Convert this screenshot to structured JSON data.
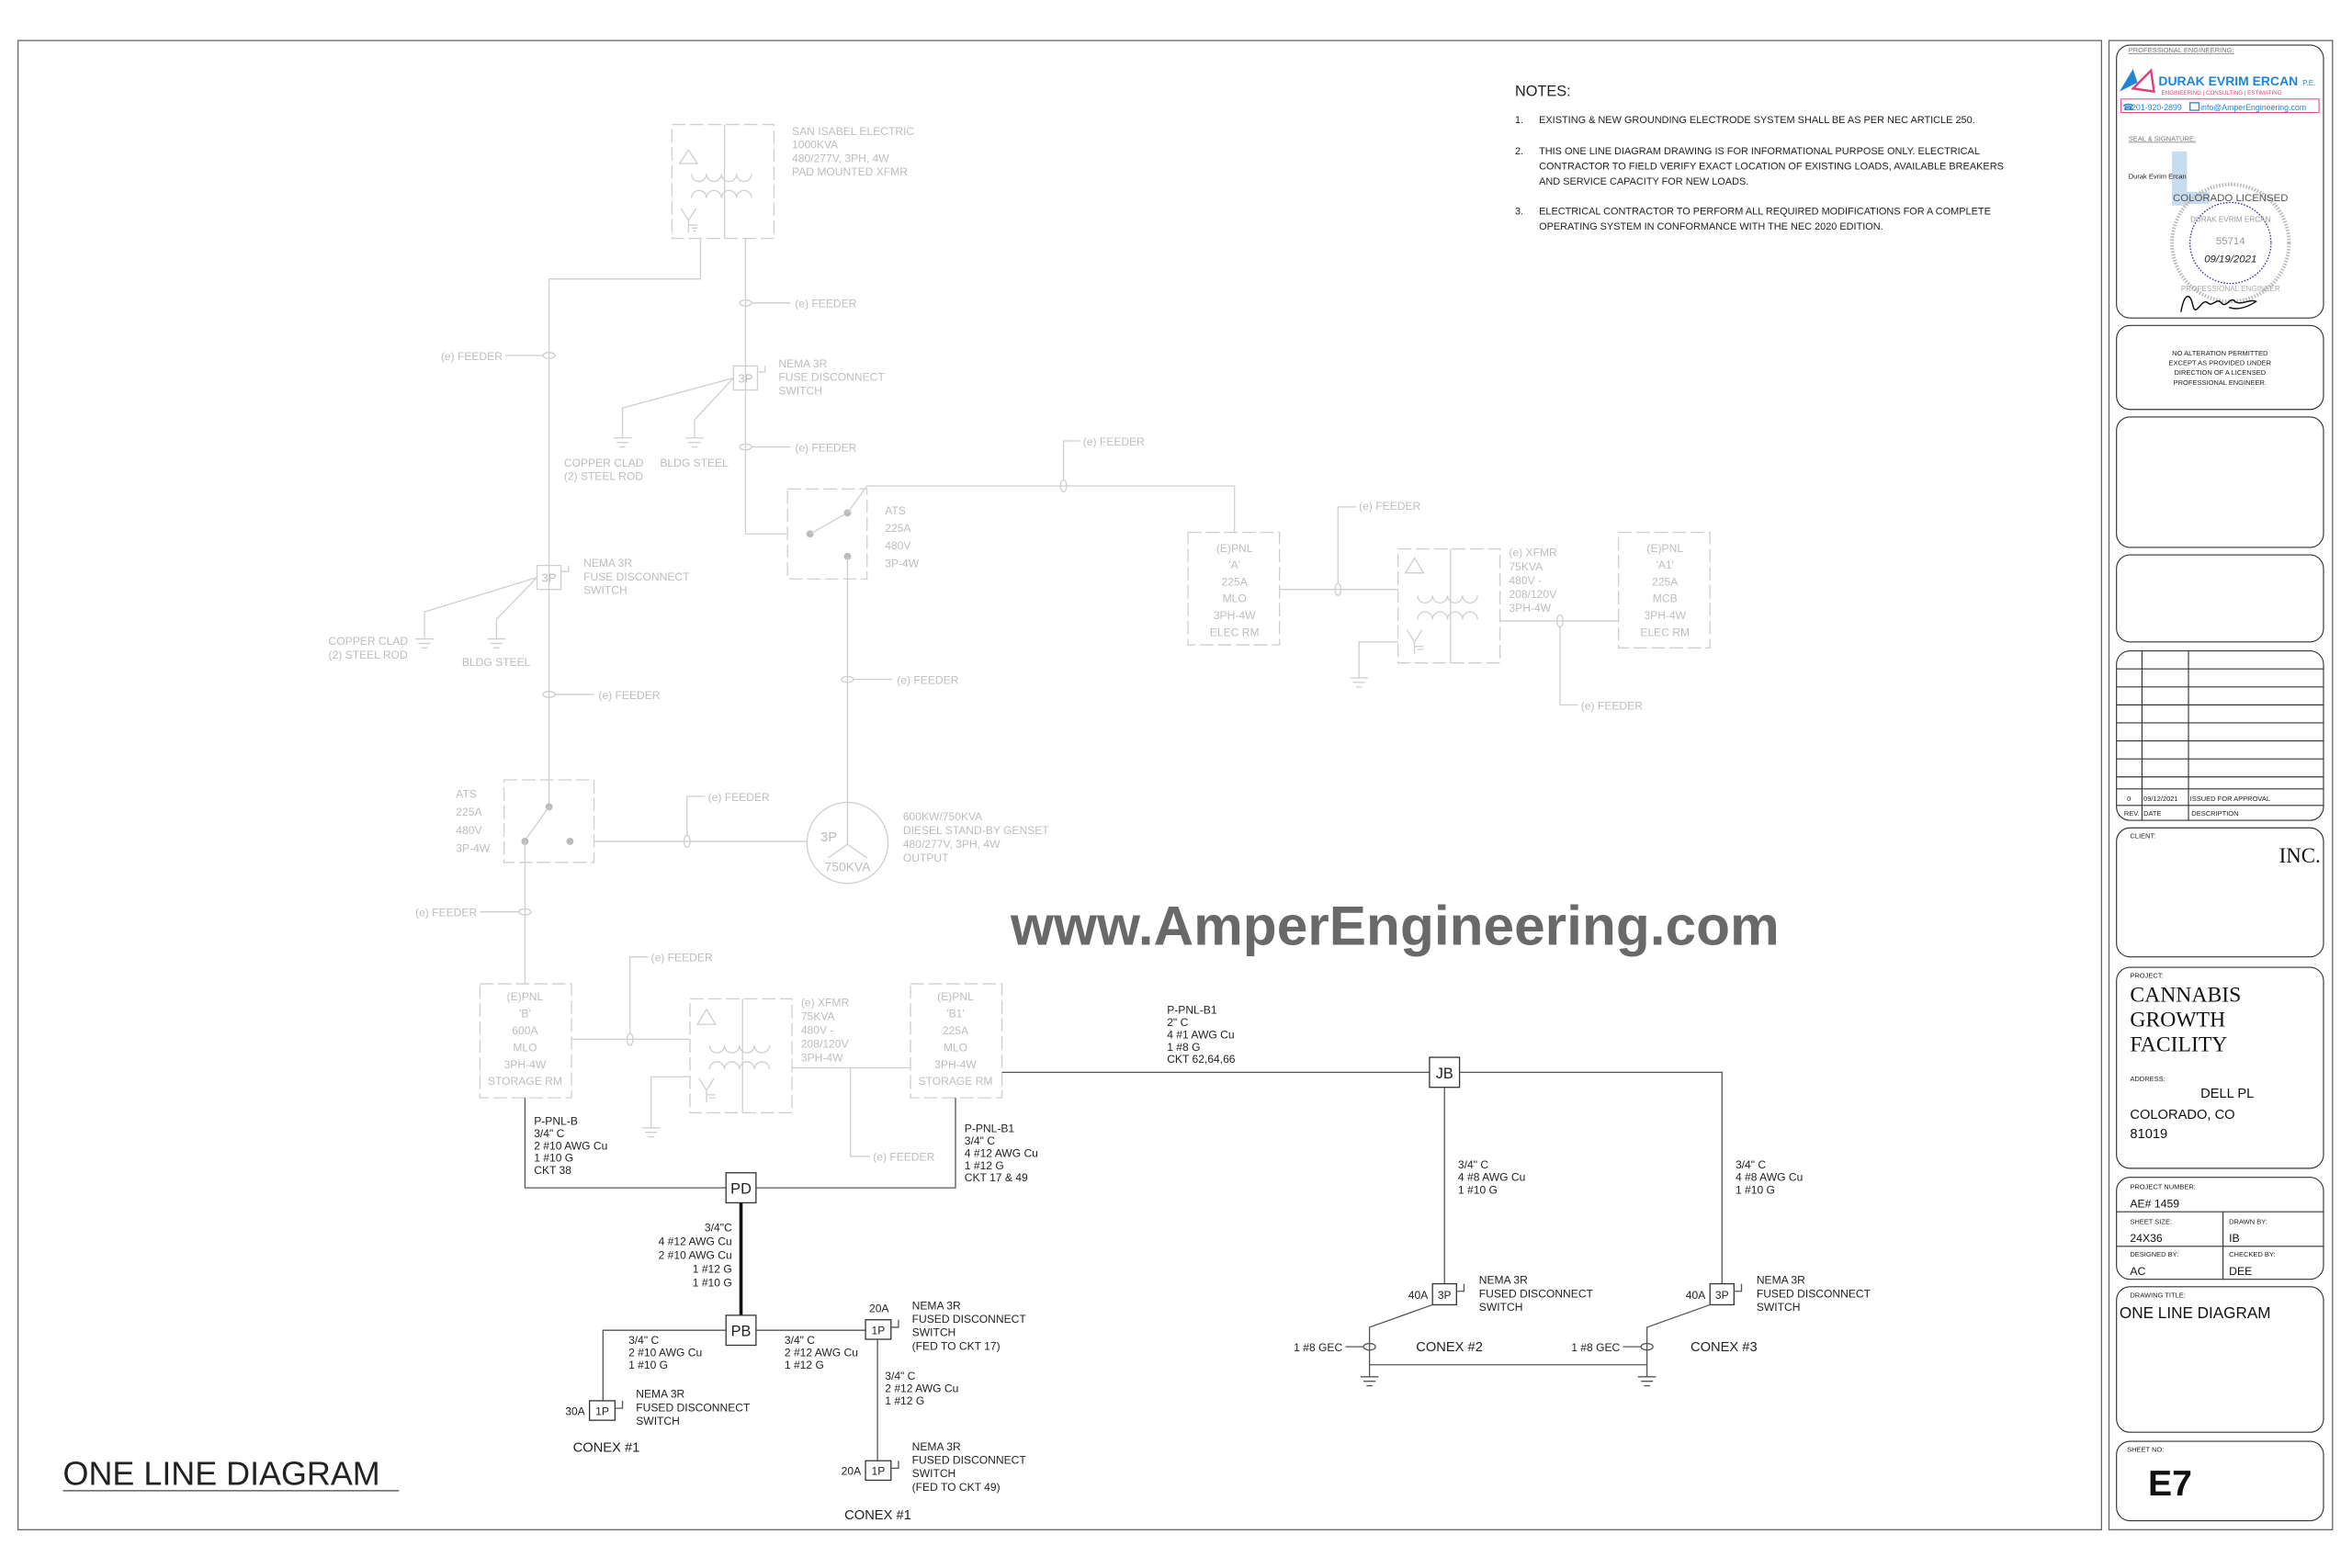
{
  "notes": {
    "heading": "NOTES:",
    "items": [
      {
        "num": "1.",
        "lines": [
          "EXISTING & NEW GROUNDING ELECTRODE SYSTEM SHALL BE AS PER NEC ARTICLE 250."
        ]
      },
      {
        "num": "2.",
        "lines": [
          "THIS ONE LINE DIAGRAM DRAWING IS FOR INFORMATIONAL PURPOSE ONLY. ELECTRICAL",
          "CONTRACTOR TO FIELD VERIFY EXACT LOCATION OF EXISTING LOADS, AVAILABLE BREAKERS",
          "AND SERVICE CAPACITY FOR NEW LOADS."
        ]
      },
      {
        "num": "3.",
        "lines": [
          "ELECTRICAL CONTRACTOR TO PERFORM ALL REQUIRED MODIFICATIONS FOR A COMPLETE",
          "OPERATING SYSTEM IN CONFORMANCE WITH THE NEC 2020 EDITION."
        ]
      }
    ]
  },
  "existing": {
    "feeder": "(e) FEEDER",
    "utility_xfmr": [
      "SAN ISABEL ELECTRIC",
      "1000KVA",
      "480/277V, 3PH, 4W",
      "PAD MOUNTED XFMR"
    ],
    "fuse_disc_3p": "3P",
    "fuse_disc_label": [
      "NEMA 3R",
      "FUSE DISCONNECT",
      "SWITCH"
    ],
    "copper_clad": [
      "COPPER CLAD",
      "(2) STEEL ROD"
    ],
    "bldg_steel": "BLDG STEEL",
    "ats": [
      "ATS",
      "225A",
      "480V",
      "3P-4W"
    ],
    "genset_3p": "3P",
    "genset_kva": "750KVA",
    "genset_label": [
      "600KW/750KVA",
      "DIESEL STAND-BY GENSET",
      "480/277V, 3PH, 4W",
      "OUTPUT"
    ],
    "panel_a": [
      "(E)PNL",
      "'A'",
      "225A",
      "MLO",
      "3PH-4W",
      "ELEC RM"
    ],
    "panel_a1": [
      "(E)PNL",
      "'A1'",
      "225A",
      "MCB",
      "3PH-4W",
      "ELEC RM"
    ],
    "panel_b": [
      "(E)PNL",
      "'B'",
      "600A",
      "MLO",
      "3PH-4W",
      "STORAGE RM"
    ],
    "panel_b1": [
      "(E)PNL",
      "'B1'",
      "225A",
      "MLO",
      "3PH-4W",
      "STORAGE RM"
    ],
    "xfmr_75": [
      "(e) XFMR",
      "75KVA",
      "480V -",
      "208/120V",
      "3PH-4W"
    ]
  },
  "new": {
    "ppnl_b": [
      "P-PNL-B",
      "3/4\" C",
      "2 #10 AWG Cu",
      "1 #10 G",
      "CKT 38"
    ],
    "ppnl_b1_short": [
      "P-PNL-B1",
      "3/4\" C",
      "4 #12 AWG Cu",
      "1 #12 G",
      "CKT 17 & 49"
    ],
    "ppnl_b1_long": [
      "P-PNL-B1",
      "2\" C",
      "4 #1 AWG Cu",
      "1 #8 G",
      "CKT 62,64,66"
    ],
    "pd": "PD",
    "pb": "PB",
    "jb": "JB",
    "pd_pb_feeder": [
      "3/4\"C",
      "4 #12 AWG Cu",
      "2 #10 AWG Cu",
      "1 #12 G",
      "1 #10 G"
    ],
    "pb_left_feeder": [
      "3/4\" C",
      "2 #10 AWG Cu",
      "1 #10 G"
    ],
    "pb_right_feeder": [
      "3/4\" C",
      "2 #12 AWG Cu",
      "1 #12 G"
    ],
    "down_feeder": [
      "3/4\" C",
      "2 #12 AWG Cu",
      "1 #12 G"
    ],
    "jb_feeder": [
      "3/4\" C",
      "4 #8 AWG Cu",
      "1 #10 G"
    ],
    "one_pole": "1P",
    "three_pole": "3P",
    "rating_30": "30A",
    "rating_20": "20A",
    "rating_40": "40A",
    "fused_disc": [
      "NEMA 3R",
      "FUSED DISCONNECT",
      "SWITCH"
    ],
    "fused_disc_17": [
      "NEMA 3R",
      "FUSED DISCONNECT",
      "SWITCH",
      "(FED TO CKT 17)"
    ],
    "fused_disc_49": [
      "NEMA 3R",
      "FUSED DISCONNECT",
      "SWITCH",
      "(FED TO CKT 49)"
    ],
    "conex1": "CONEX #1",
    "conex2": "CONEX #2",
    "conex3": "CONEX #3",
    "gec": "1 #8 GEC"
  },
  "drawing_title_main": "ONE LINE DIAGRAM",
  "watermark": "www.AmperEngineering.com",
  "title_block": {
    "pe_heading": "PROFESSIONAL ENGINEERING:",
    "firm_name": "DURAK EVRIM ERCAN",
    "firm_suffix": "P.E.",
    "firm_tagline": "ENGINEERING  |  CONSULTING  |  ESTIMATING",
    "phone": "201-920-2899",
    "email": "info@AmperEngineering.com",
    "seal_heading": "SEAL & SIGNATURE:",
    "signer": "Durak Evrim Ercan",
    "seal_outer": "COLORADO LICENSED",
    "seal_bottom": "PROFESSIONAL ENGINEER",
    "seal_name": "DURAK EVRIM ERCAN",
    "seal_number": "55714",
    "seal_date": "09/19/2021",
    "notice": [
      "NO ALTERATION PERMITTED",
      "EXCEPT AS PROVIDED UNDER",
      "DIRECTION OF A LICENSED",
      "PROFESSIONAL ENGINEER."
    ],
    "revisions": [
      {
        "rev": "0",
        "date": "09/12/2021",
        "description": "ISSUED FOR APPROVAL"
      }
    ],
    "rev_headers": {
      "rev": "REV.",
      "date": "DATE",
      "description": "DESCRIPTION"
    },
    "client_label": "CLIENT:",
    "client_name": "INC.",
    "project_label": "PROJECT:",
    "project_name": [
      "CANNABIS",
      "GROWTH",
      "FACILITY"
    ],
    "address_label": "ADDRESS:",
    "address": [
      "DELL PL",
      "COLORADO, CO",
      "81019"
    ],
    "project_number_label": "PROJECT NUMBER:",
    "project_number": "AE# 1459",
    "sheet_size_label": "SHEET SIZE:",
    "sheet_size": "24X36",
    "drawn_by_label": "DRAWN BY:",
    "drawn_by": "IB",
    "designed_by_label": "DESIGNED BY:",
    "designed_by": "AC",
    "checked_by_label": "CHECKED BY:",
    "checked_by": "DEE",
    "drawing_title_label": "DRAWING TITLE:",
    "drawing_title": "ONE LINE DIAGRAM",
    "sheet_no_label": "SHEET NO:",
    "sheet_no": "E7"
  },
  "colors": {
    "brand_blue": "#1f86d6",
    "brand_pink": "#e0407a",
    "existing_gray": "#cfcfcf"
  }
}
